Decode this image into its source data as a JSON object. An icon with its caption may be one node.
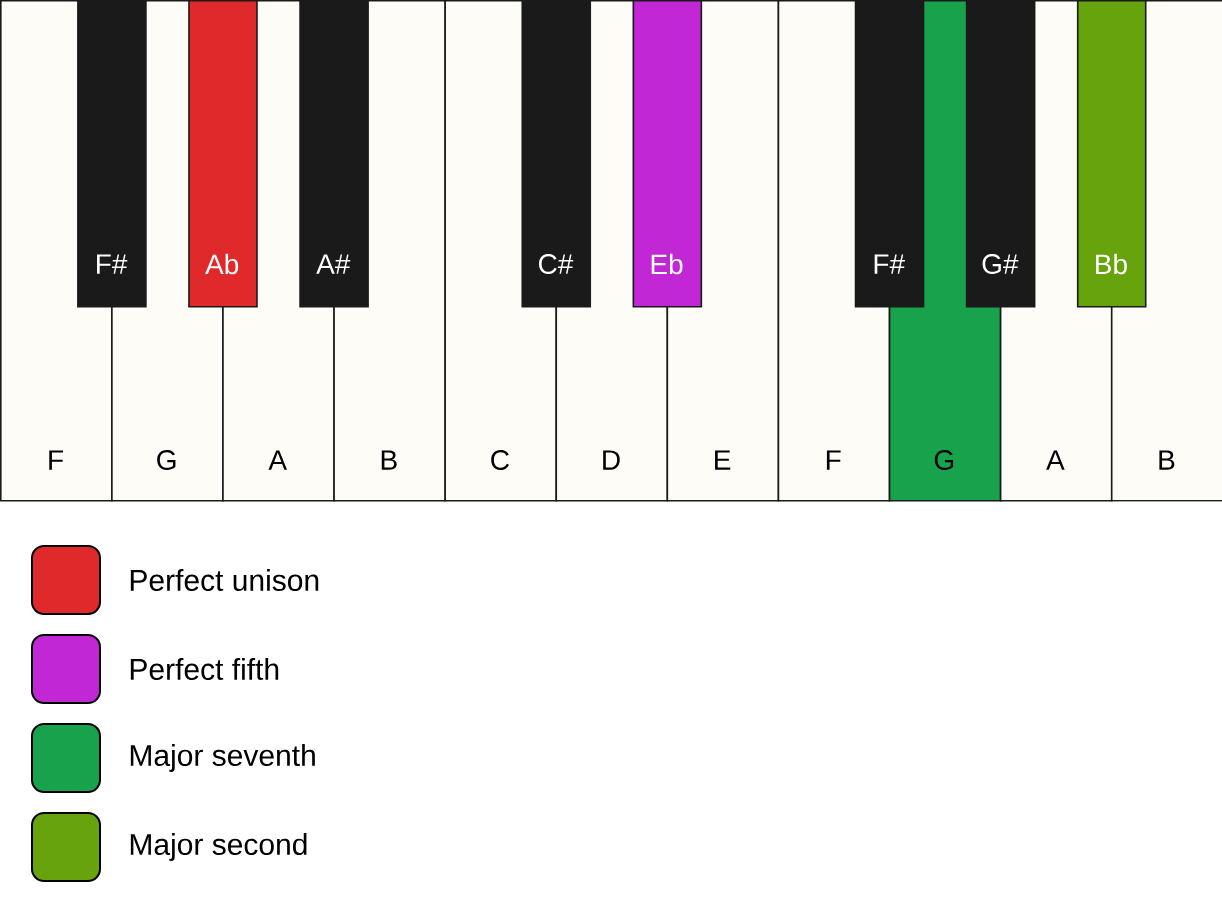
{
  "diagram": {
    "nodes": [
      {
        "text": [
          "F"
        ]
      },
      {
        "text": [
          "G"
        ]
      },
      {
        "text": [
          "A"
        ]
      },
      {
        "text": [
          "B"
        ]
      },
      {
        "text": [
          "C"
        ]
      },
      {
        "text": [
          "D"
        ]
      },
      {
        "text": [
          "E"
        ]
      },
      {
        "text": [
          "F"
        ]
      },
      {
        "text": [
          "G"
        ]
      },
      {
        "text": [
          "A"
        ]
      },
      {
        "text": [
          "B"
        ]
      },
      {
        "text": [
          "F#"
        ]
      },
      {
        "text": [
          "Ab"
        ]
      },
      {
        "text": [
          "A#"
        ]
      },
      {
        "text": [
          "C#"
        ]
      },
      {
        "text": [
          "Eb"
        ]
      },
      {
        "text": [
          "F#"
        ]
      },
      {
        "text": [
          "G#"
        ]
      },
      {
        "text": [
          "Bb"
        ]
      }
    ],
    "legend": [
      {
        "text": "Perfect unison",
        "color": "#e0292b"
      },
      {
        "text": "Perfect fifth",
        "color": "#c227d6"
      },
      {
        "text": "Major seventh",
        "color": "#18a24b"
      },
      {
        "text": "Major second",
        "color": "#66a30d"
      }
    ]
  }
}
